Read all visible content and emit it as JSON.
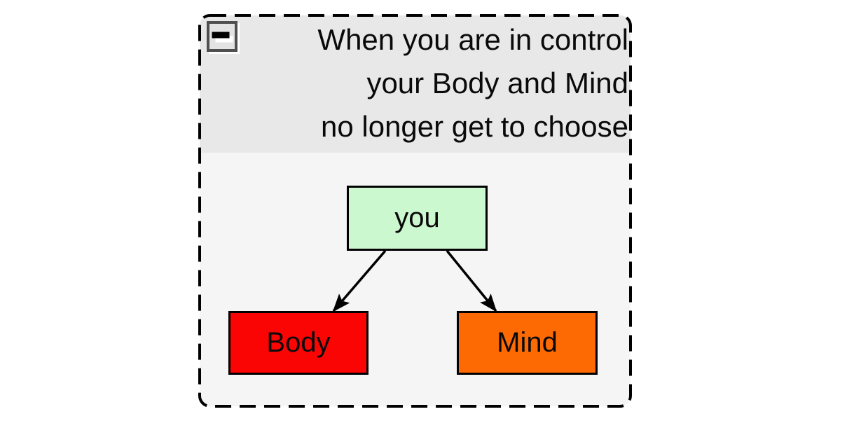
{
  "cluster": {
    "title_lines": [
      "When you are in control",
      "your Body and Mind",
      "no longer get to choose"
    ],
    "collapse_button": {
      "icon": "minus"
    },
    "header_bg": "#e8e8e8",
    "body_bg": "#f5f5f5",
    "border_color": "#000000"
  },
  "nodes": [
    {
      "id": "you",
      "label": "you",
      "fill": "#ccf8cf"
    },
    {
      "id": "Body",
      "label": "Body",
      "fill": "#fb0404"
    },
    {
      "id": "Mind",
      "label": "Mind",
      "fill": "#fd6a04"
    }
  ],
  "edges": [
    {
      "from": "you",
      "to": "Body"
    },
    {
      "from": "you",
      "to": "Mind"
    }
  ]
}
